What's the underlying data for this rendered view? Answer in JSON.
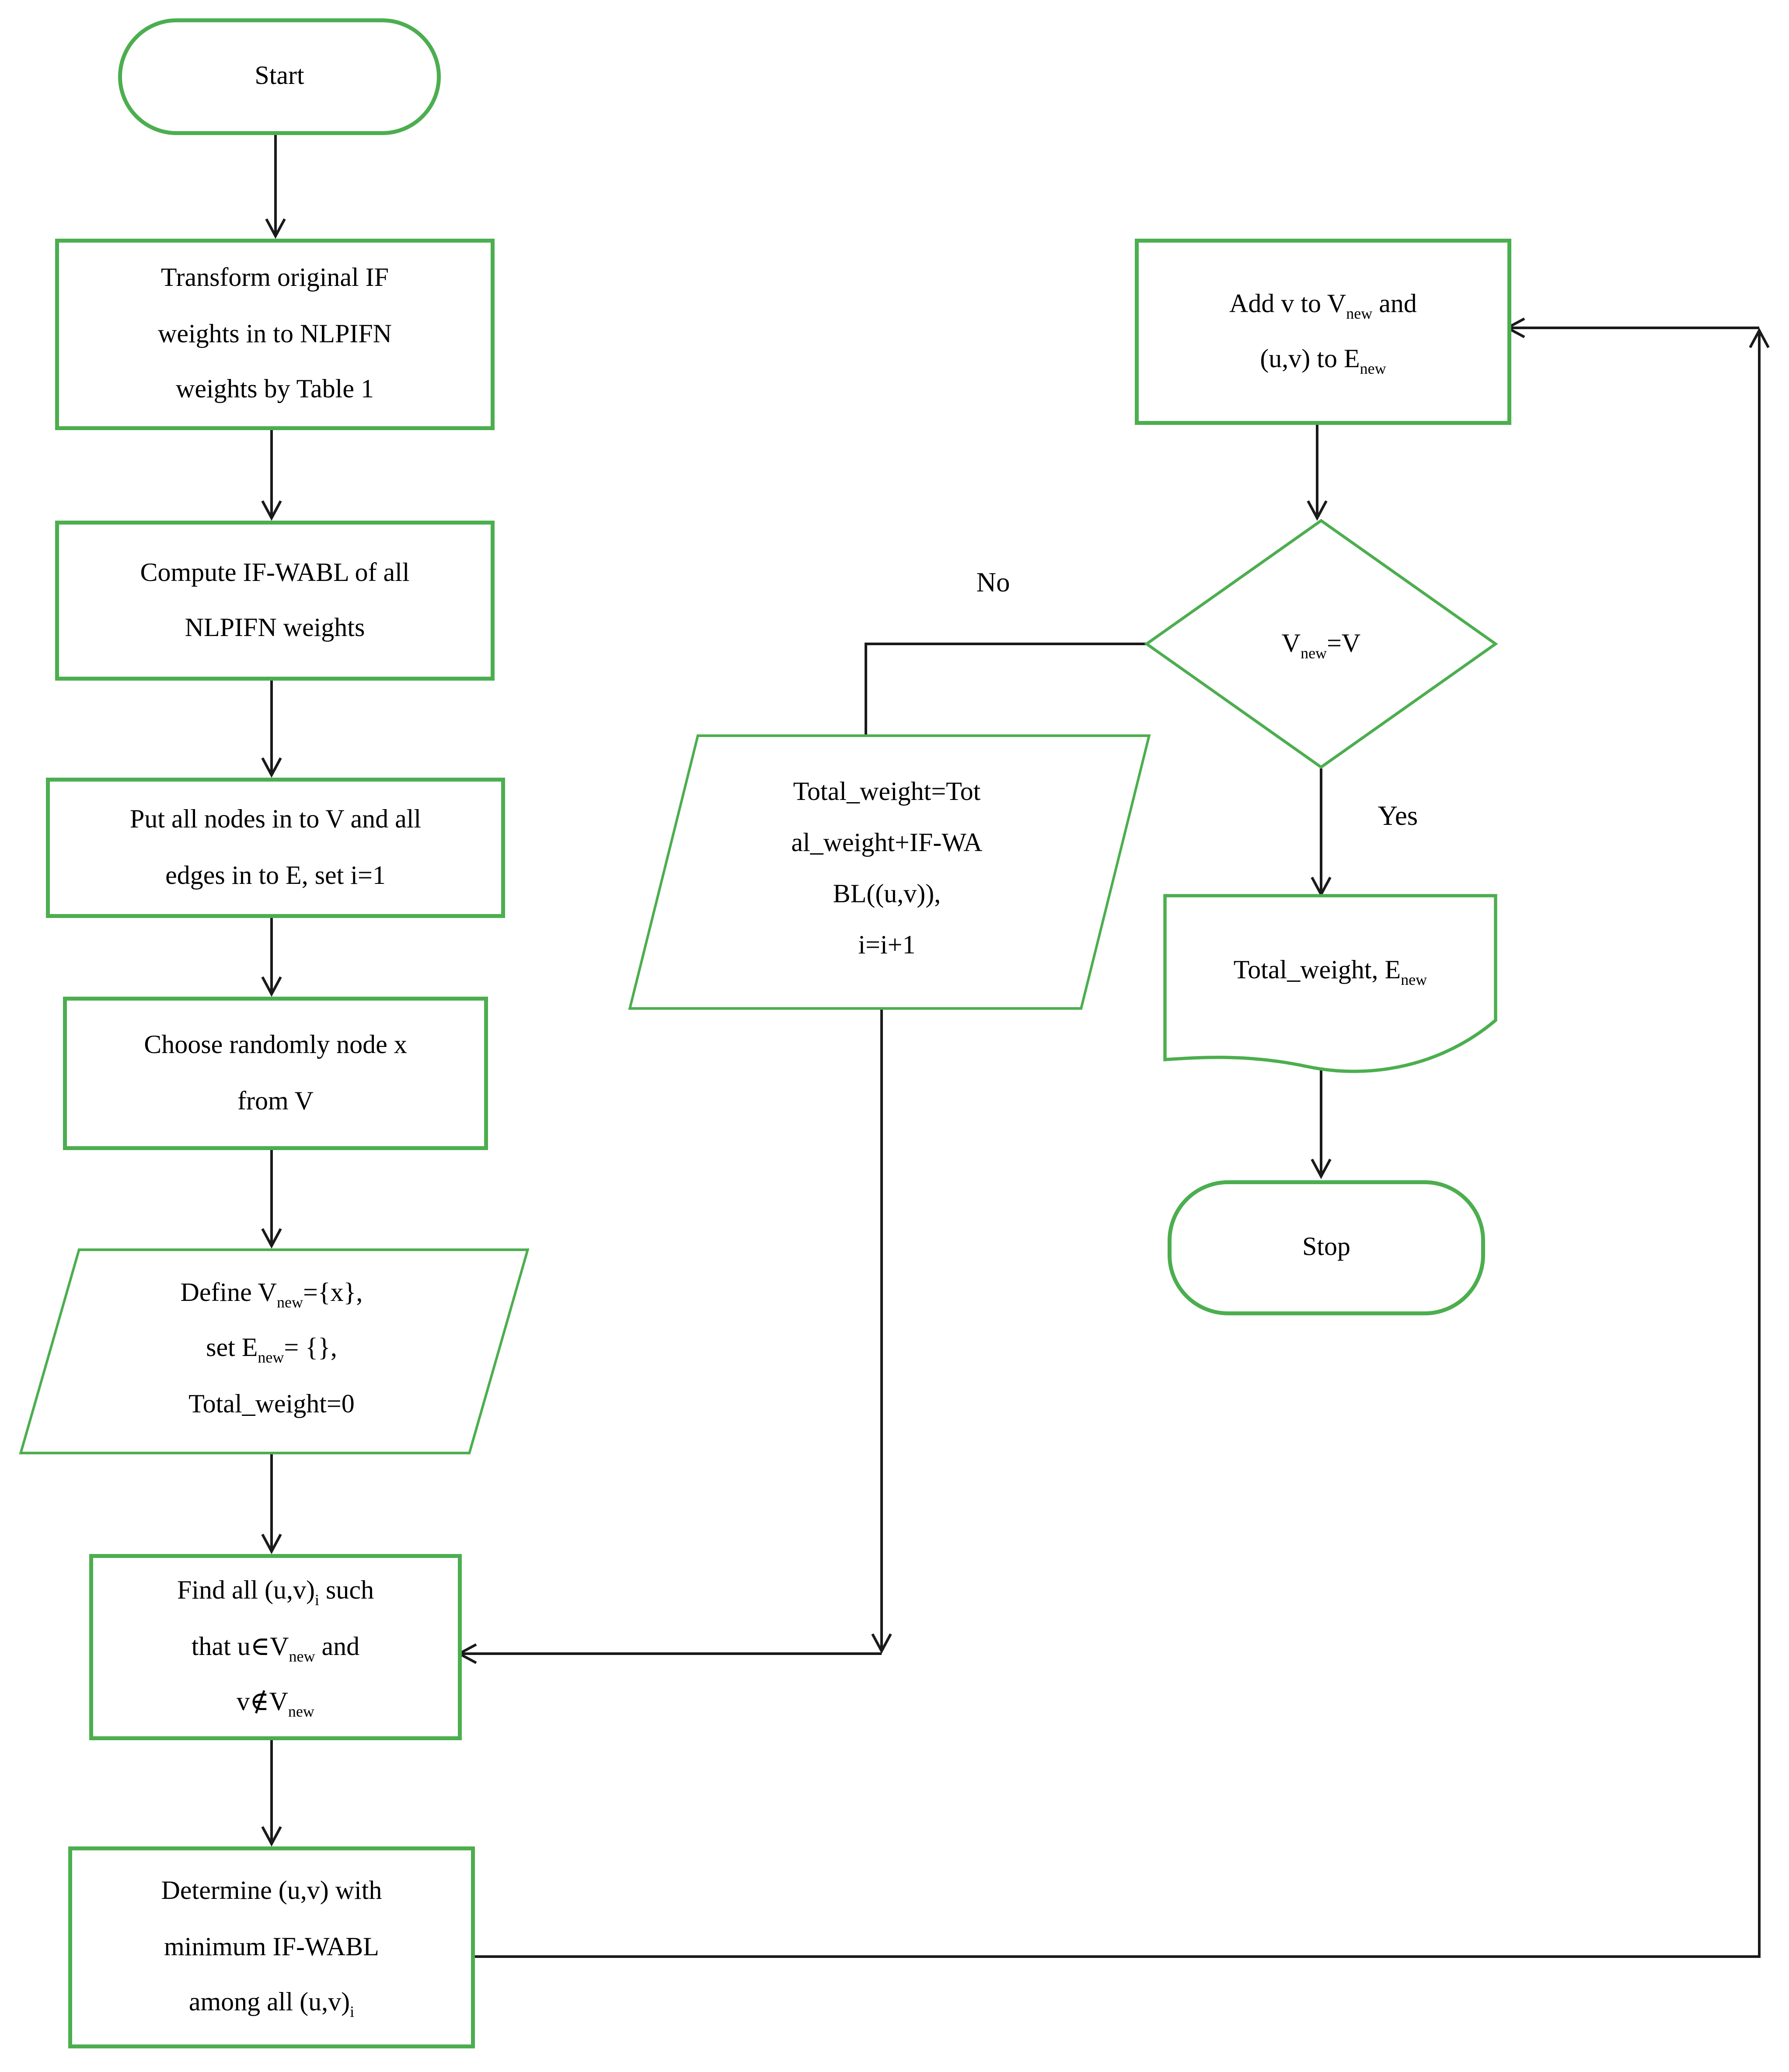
{
  "colors": {
    "shape_border": "#4cae4f",
    "connector": "#1a1a1a",
    "text": "#000000",
    "background": "#ffffff"
  },
  "nodes": {
    "start": {
      "label": "Start"
    },
    "transform_weights": {
      "parts": [
        {
          "t": "Transform original IF"
        },
        {
          "br": true
        },
        {
          "t": "weights in to NLPIFN"
        },
        {
          "br": true
        },
        {
          "t": "weights by Table 1"
        }
      ]
    },
    "compute_ifwabl": {
      "parts": [
        {
          "t": "Compute IF-WABL of all"
        },
        {
          "br": true
        },
        {
          "t": "NLPIFN weights"
        }
      ]
    },
    "put_nodes_edges": {
      "parts": [
        {
          "t": "Put all nodes in to V and all"
        },
        {
          "br": true
        },
        {
          "t": "edges in to E, set i=1"
        }
      ]
    },
    "choose_random_node": {
      "parts": [
        {
          "t": "Choose randomly node x"
        },
        {
          "br": true
        },
        {
          "t": "from V"
        }
      ]
    },
    "define_sets": {
      "parts": [
        {
          "t": "Define V"
        },
        {
          "t": "new",
          "sub": true
        },
        {
          "t": "={x},"
        },
        {
          "br": true
        },
        {
          "t": "set E"
        },
        {
          "t": "new",
          "sub": true
        },
        {
          "t": "= {},"
        },
        {
          "br": true
        },
        {
          "t": "Total_weight=0"
        }
      ]
    },
    "find_candidate_edges": {
      "parts": [
        {
          "t": "Find all (u,v)"
        },
        {
          "t": "i",
          "sub": true
        },
        {
          "t": " such"
        },
        {
          "br": true
        },
        {
          "t": "that u∈V"
        },
        {
          "t": "new",
          "sub": true
        },
        {
          "t": " and"
        },
        {
          "br": true
        },
        {
          "t": "v∉V"
        },
        {
          "t": "new",
          "sub": true
        }
      ]
    },
    "determine_min_edge": {
      "parts": [
        {
          "t": "Determine (u,v) with"
        },
        {
          "br": true
        },
        {
          "t": "minimum IF-WABL"
        },
        {
          "br": true
        },
        {
          "t": "among all (u,v)"
        },
        {
          "t": "i",
          "sub": true
        }
      ]
    },
    "add_to_new_sets": {
      "parts": [
        {
          "t": "Add v to V"
        },
        {
          "t": "new",
          "sub": true
        },
        {
          "t": " and"
        },
        {
          "br": true
        },
        {
          "t": "(u,v) to E"
        },
        {
          "t": "new",
          "sub": true
        }
      ]
    },
    "decision_vnew_equals_v": {
      "parts": [
        {
          "t": "V"
        },
        {
          "t": "new",
          "sub": true
        },
        {
          "t": "=V"
        }
      ]
    },
    "update_total_weight": {
      "parts": [
        {
          "t": "Total_weight=Tot"
        },
        {
          "br": true
        },
        {
          "t": "al_weight+IF-WA"
        },
        {
          "br": true
        },
        {
          "t": "BL((u,v)),"
        },
        {
          "br": true
        },
        {
          "t": "i=i+1"
        }
      ]
    },
    "output_result": {
      "parts": [
        {
          "t": "Total_weight, E"
        },
        {
          "t": "new",
          "sub": true
        }
      ]
    },
    "stop": {
      "label": "Stop"
    }
  },
  "branch_labels": {
    "no": "No",
    "yes": "Yes"
  }
}
